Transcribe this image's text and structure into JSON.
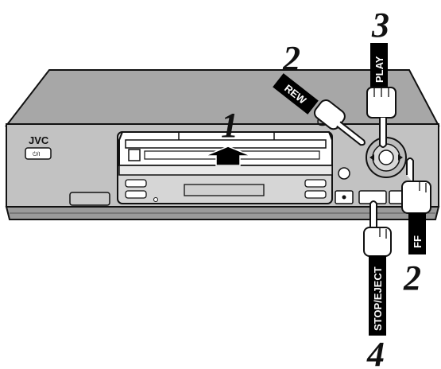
{
  "vcr": {
    "brand": "JVC",
    "power_label": "⏻/I"
  },
  "steps": {
    "insert": "1",
    "rewind": "2",
    "fast_forward": "2",
    "play": "3",
    "stop": "4"
  },
  "labels": {
    "rew": "REW",
    "play": "PLAY",
    "ff": "FF",
    "stop_eject": "STOP/EJECT"
  },
  "icons": {
    "insert_arrow": "up-arrow-icon",
    "pointing_hand": "pointing-hand-icon"
  }
}
